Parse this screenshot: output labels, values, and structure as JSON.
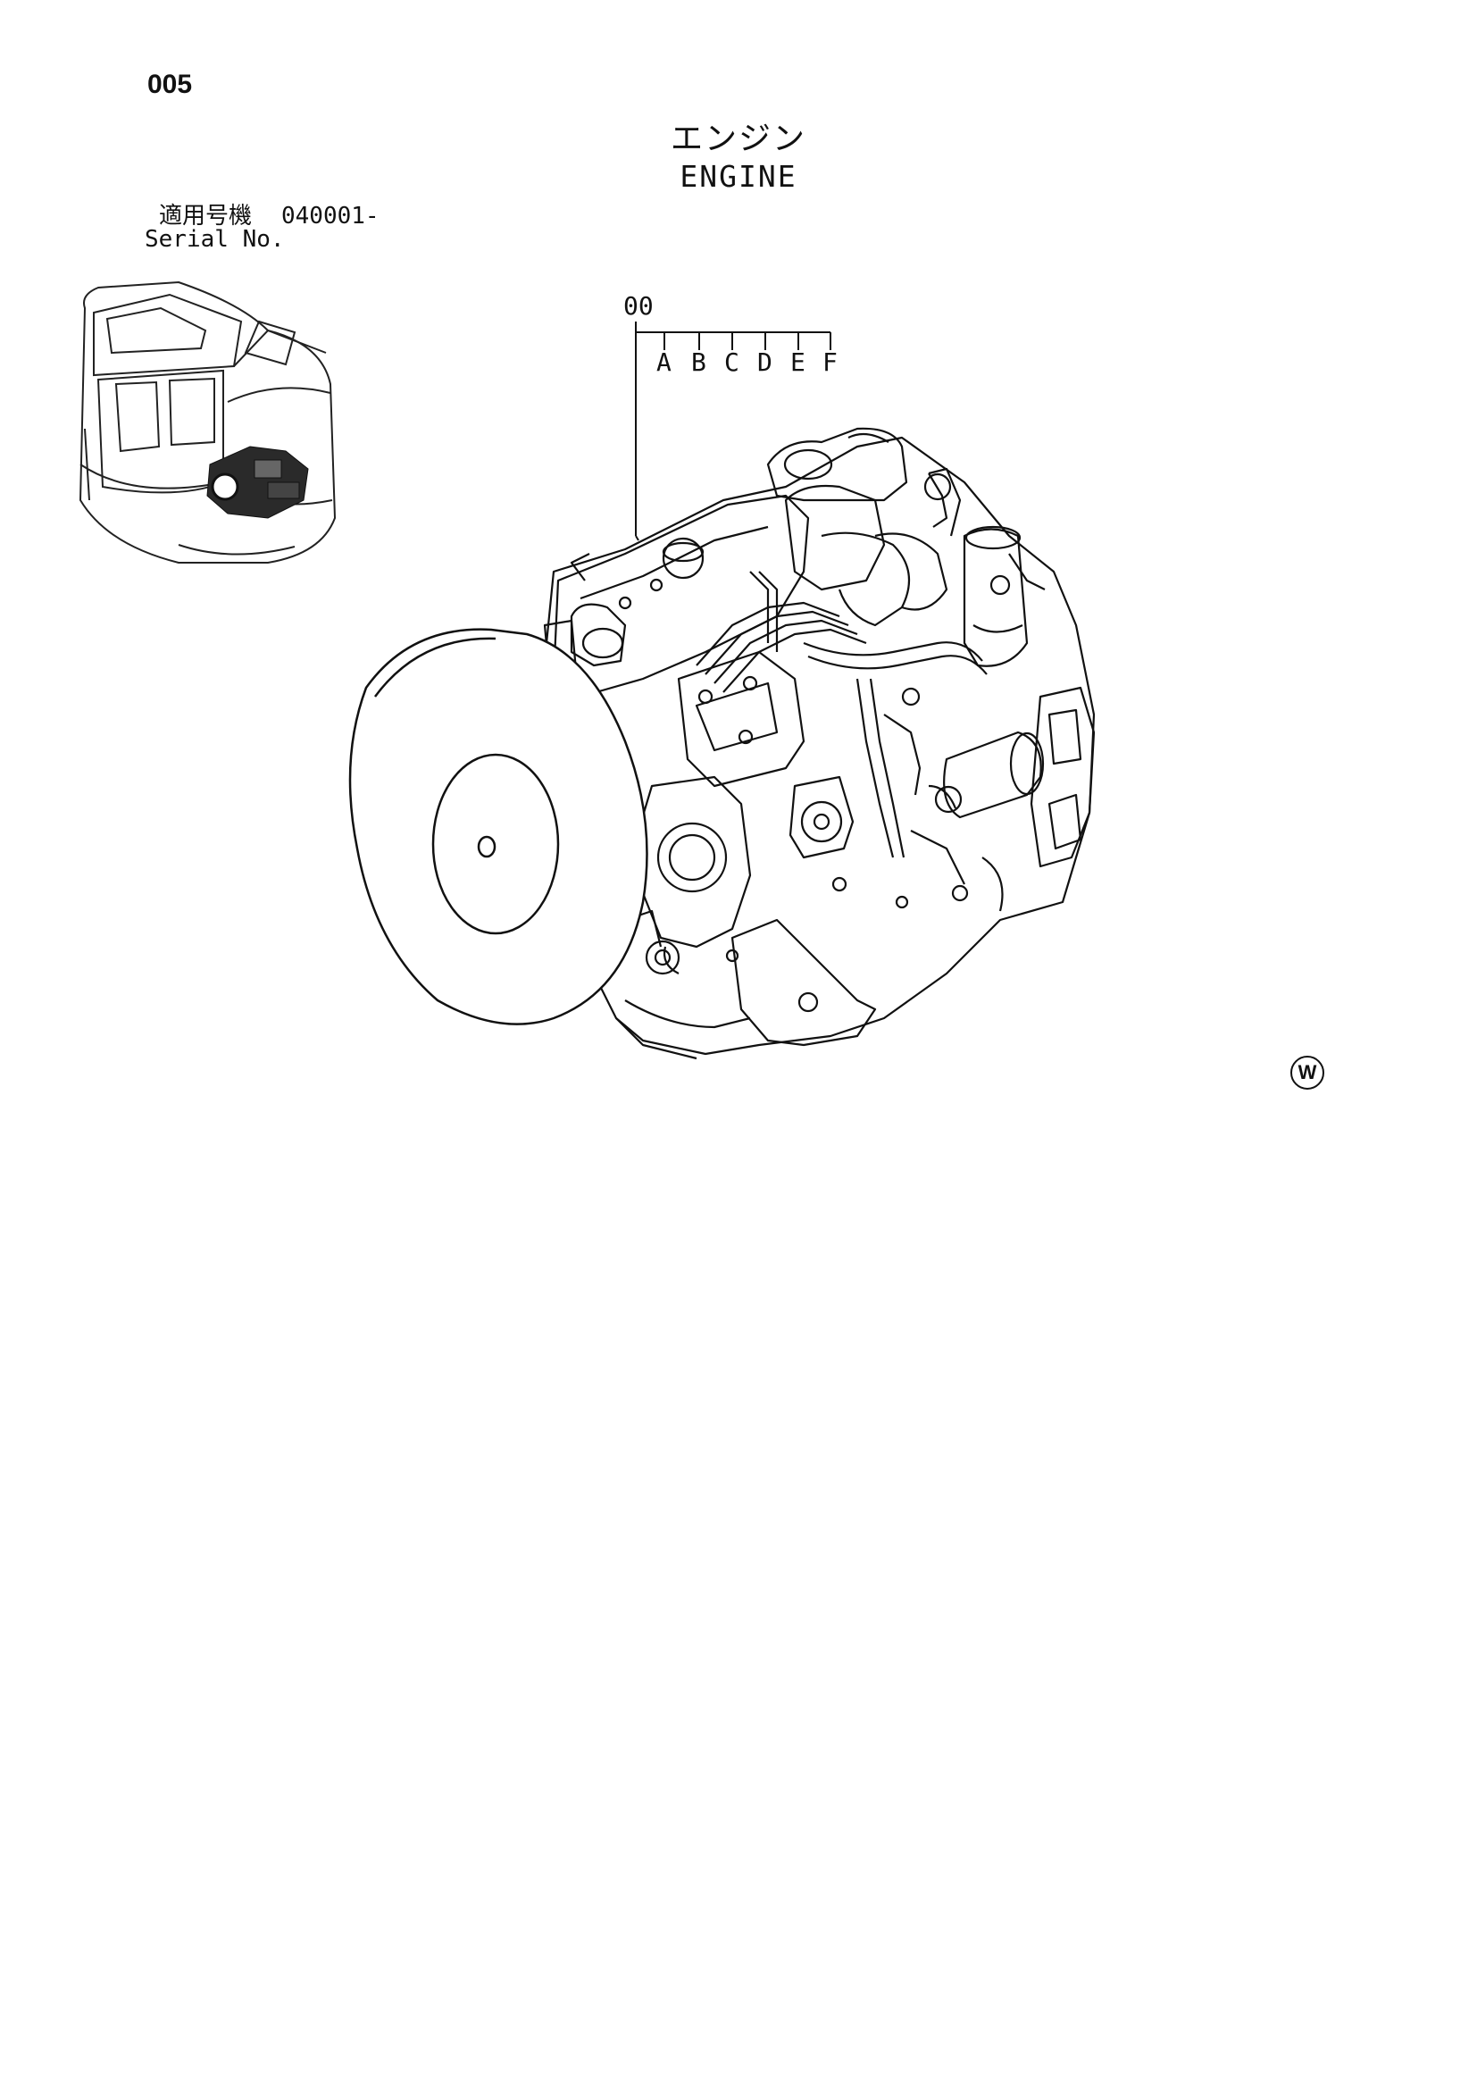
{
  "page": {
    "number": "005",
    "title_jp": "エンジン",
    "title_en": "ENGINE"
  },
  "serial": {
    "label_jp": "適用号機",
    "value": "040001-",
    "label_en": "Serial No."
  },
  "callout": {
    "main": "00",
    "subs": [
      "A",
      "B",
      "C",
      "D",
      "E",
      "F"
    ]
  },
  "icons": {
    "location": "machine-location-icon",
    "engine": "engine-assembly-illustration",
    "mark": "circled-w-mark"
  },
  "mark_letter": "W"
}
